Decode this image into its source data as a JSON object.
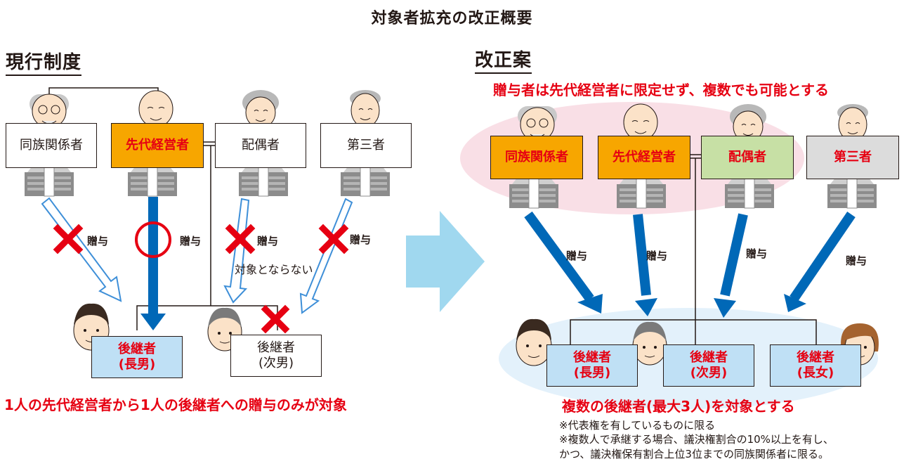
{
  "title": "対象者拡充の改正概要",
  "current": {
    "heading": "現行制度",
    "donors": [
      "同族関係者",
      "先代経営者",
      "配偶者",
      "第三者"
    ],
    "gift_label": "贈与",
    "not_target_label": "対象とならない",
    "successors": [
      {
        "line1": "後継者",
        "line2": "(長男)"
      },
      {
        "line1": "後継者",
        "line2": "(次男)"
      }
    ],
    "summary": "1人の先代経営者から1人の後継者への贈与のみが対象"
  },
  "revision": {
    "heading": "改正案",
    "headline": "贈与者は先代経営者に限定せず、複数でも可能とする",
    "donors": [
      "同族関係者",
      "先代経営者",
      "配偶者",
      "第三者"
    ],
    "gift_label": "贈与",
    "successors": [
      {
        "line1": "後継者",
        "line2": "(長男)"
      },
      {
        "line1": "後継者",
        "line2": "(次男)"
      },
      {
        "line1": "後継者",
        "line2": "(長女)"
      }
    ],
    "summary": "複数の後継者(最大3人)を対象とする",
    "notes": [
      "※代表権を有しているものに限る",
      "※複数人で承継する場合、議決権割合の10%以上を有し、",
      "かつ、議決権保有割合上位3位までの同族関係者に限る。"
    ]
  },
  "colors": {
    "donor_orange": "#f7a600",
    "spouse_green": "#c7e0a5",
    "third_party_grey": "#dcdcdc",
    "successor_blue": "#bfe0f5",
    "emphasis_red": "#e60012",
    "arrow_blue": "#0068b7",
    "transition_arrow": "#a0d8ef"
  }
}
